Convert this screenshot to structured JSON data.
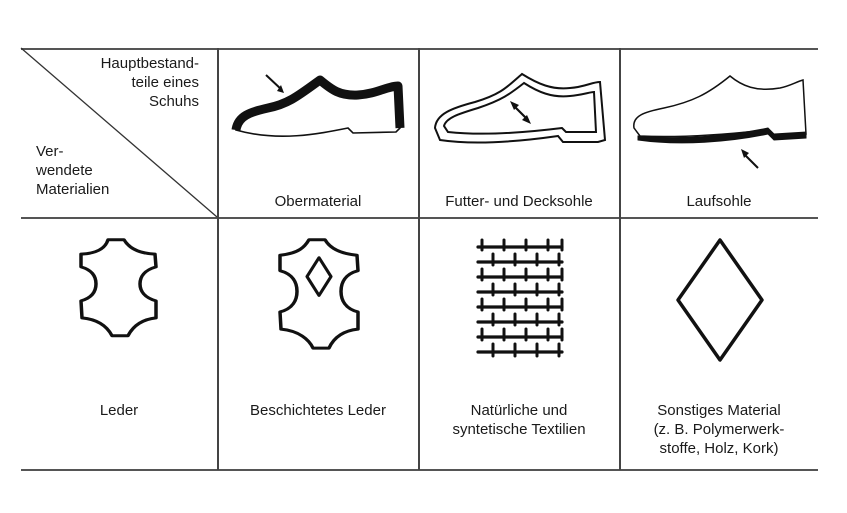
{
  "header_cell": {
    "top_right": [
      "Hauptbestand-",
      "teile eines",
      "Schuhs"
    ],
    "bottom_left": [
      "Ver-",
      "wendete",
      "Materialien"
    ]
  },
  "shoe_parts": [
    {
      "label": "Obermaterial",
      "icon": "shoe-upper-icon"
    },
    {
      "label": "Futter- und Decksohle",
      "icon": "shoe-lining-icon"
    },
    {
      "label": "Laufsohle",
      "icon": "shoe-outsole-icon"
    }
  ],
  "materials": [
    {
      "lines": [
        "Leder"
      ],
      "icon": "leather-hide-icon"
    },
    {
      "lines": [
        "Beschichtetes Leder"
      ],
      "icon": "coated-leather-icon"
    },
    {
      "lines": [
        "Natürliche und",
        "syntetische Textilien"
      ],
      "icon": "textile-weave-icon"
    },
    {
      "lines": [
        "Sonstiges Material",
        "(z. B. Polymerwerk-",
        "stoffe, Holz, Kork)"
      ],
      "icon": "diamond-icon"
    }
  ],
  "colors": {
    "ink": "#1a1a1a",
    "rule": "#555555",
    "background": "#ffffff"
  }
}
